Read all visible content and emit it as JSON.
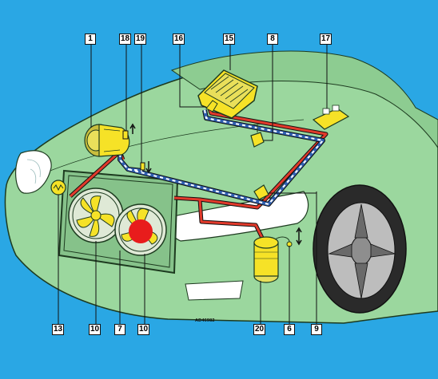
{
  "callouts": {
    "c1": "1",
    "c18": "18",
    "c19": "19",
    "c16": "16",
    "c15": "15",
    "c8": "8",
    "c17": "17",
    "c13": "13",
    "c10a": "10",
    "c7": "7",
    "c10b": "10",
    "c20": "20",
    "c6": "6",
    "c9": "9"
  },
  "drawing_code": "AD46982",
  "colors": {
    "background": "#2aa7e4",
    "car_body": "#9bd79e",
    "high_pressure_line": "#e23a2b",
    "low_pressure_line": "#2f5fb0",
    "component_yellow": "#f6e227",
    "fan_motor": "#e81c1c"
  }
}
